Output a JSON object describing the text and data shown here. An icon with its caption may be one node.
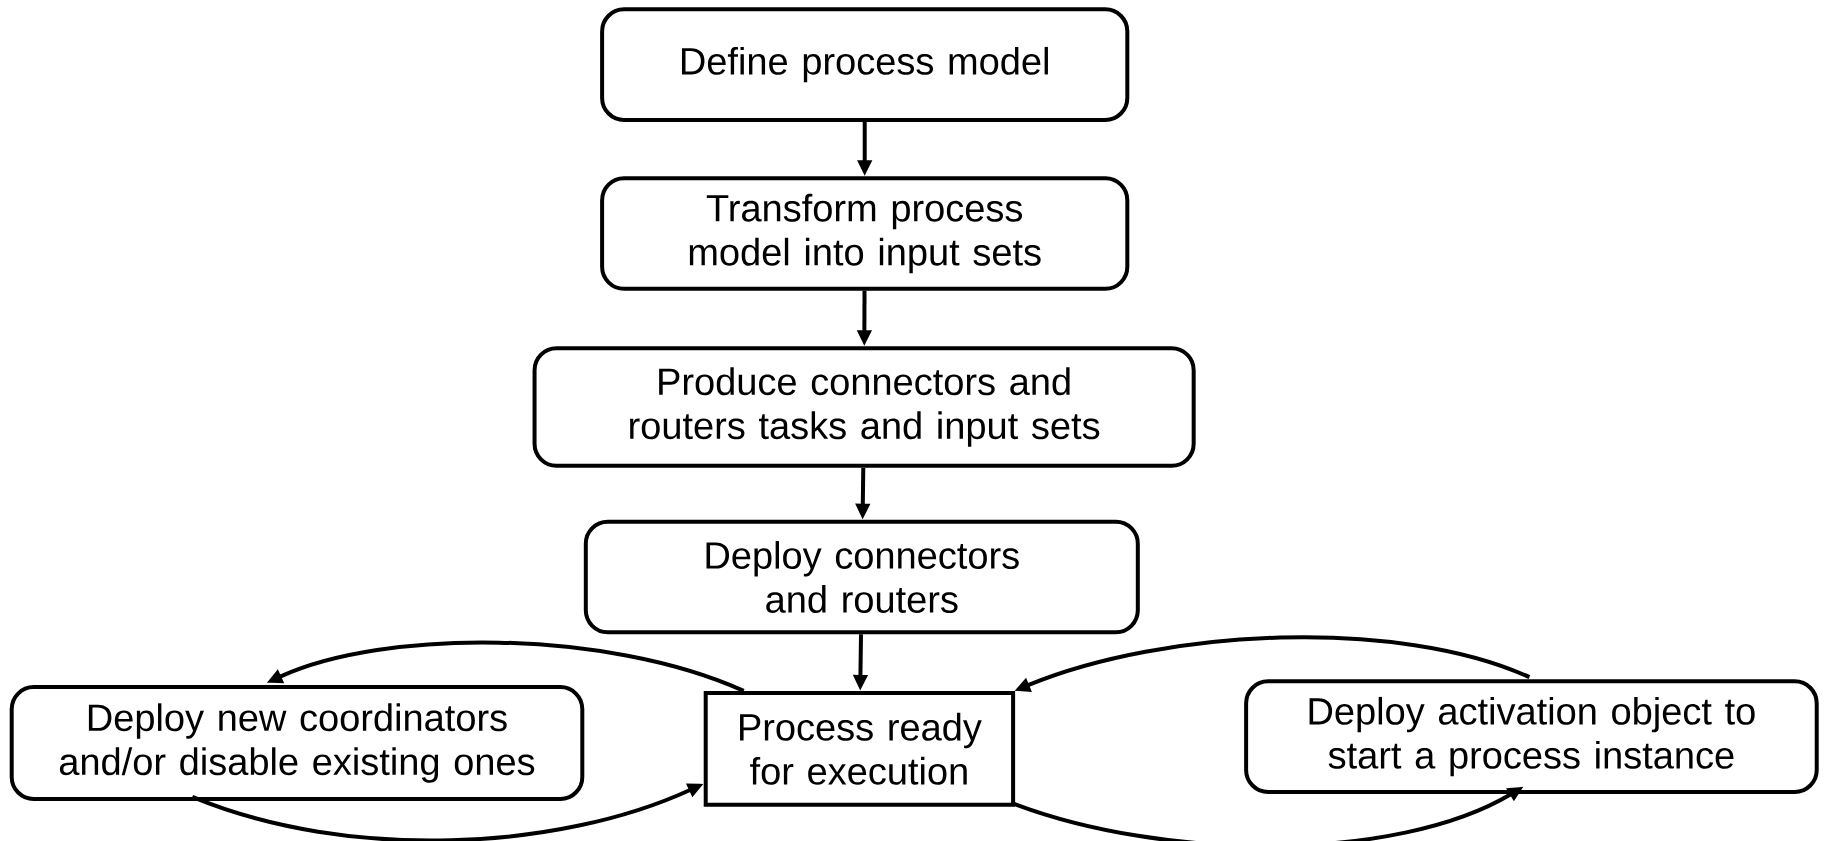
{
  "diagram": {
    "nodes": [
      {
        "text": [
          "Define process model"
        ]
      },
      {
        "text": [
          "Transform process model into input sets"
        ]
      },
      {
        "text": [
          "Produce connectors and routers tasks and input sets"
        ]
      },
      {
        "text": [
          "Deploy connectors and routers"
        ]
      },
      {
        "text": [
          "Process ready for execution"
        ]
      },
      {
        "text": [
          "Deploy new coordinators and/or disable existing ones"
        ]
      },
      {
        "text": [
          "Deploy activation object to start a process instance"
        ]
      }
    ],
    "edges": [
      {
        "from": 0,
        "to": 1,
        "arrow": "to"
      },
      {
        "from": 1,
        "to": 2,
        "arrow": "to"
      },
      {
        "from": 2,
        "to": 3,
        "arrow": "to"
      },
      {
        "from": 3,
        "to": 4,
        "arrow": "to"
      },
      {
        "from": 4,
        "to": 5,
        "arrow": "to"
      },
      {
        "from": 5,
        "to": 4,
        "arrow": "to"
      },
      {
        "from": 6,
        "to": 4,
        "arrow": "to"
      },
      {
        "from": 4,
        "to": 6,
        "arrow": "to"
      }
    ]
  }
}
